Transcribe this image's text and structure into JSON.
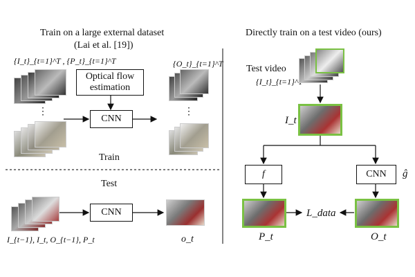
{
  "left_panel": {
    "title_line1": "Train on a large external dataset",
    "title_line2": "(Lai et al. [19])",
    "input_set_label": "{I_t}_{t=1}^T , {P_t}_{t=1}^T",
    "output_set_label": "{O_t}_{t=1}^T",
    "flow_box_line1": "Optical flow",
    "flow_box_line2": "estimation",
    "cnn_label": "CNN",
    "ellipsis": "⋮",
    "train_label": "Train",
    "test_label": "Test",
    "test_cnn_label": "CNN",
    "test_inputs_label": "I_{t−1}, I_t, O_{t−1}, P_t",
    "test_output_label": "o_t"
  },
  "right_panel": {
    "title": "Directly train on a test video (ours)",
    "test_video_line1": "Test video",
    "test_video_line2": "{I_t}_{t=1}^T",
    "frame_label": "I_t",
    "f_box_label": "f",
    "cnn_box_label": "CNN",
    "g_hat_label": "ĝ",
    "loss_label": "L_data",
    "p_label": "P_t",
    "o_label": "O_t"
  },
  "colors": {
    "accent_green": "#7ac143",
    "line": "#111111"
  }
}
